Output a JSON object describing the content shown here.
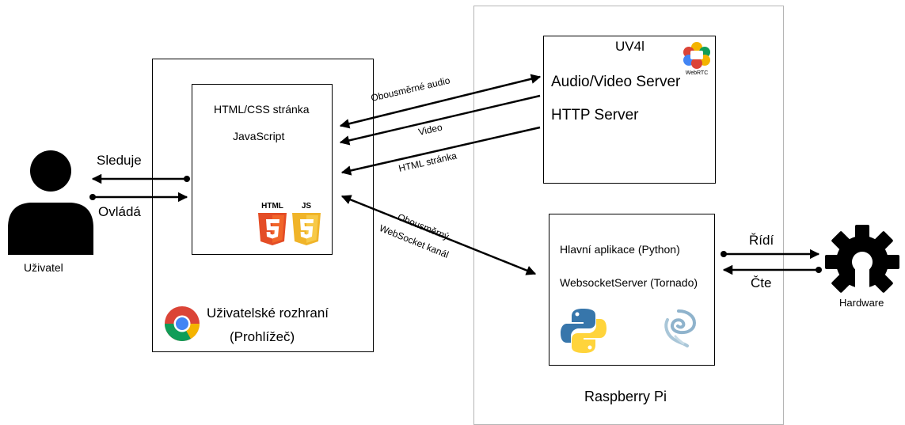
{
  "user": {
    "label": "Uživatel"
  },
  "hardware": {
    "label": "Hardware"
  },
  "user_actions": {
    "watches": "Sleduje",
    "controls": "Ovládá"
  },
  "hardware_actions": {
    "controls": "Řídí",
    "reads": "Čte"
  },
  "browser": {
    "title_line1": "Uživatelské rozhraní",
    "title_line2": "(Prohlížeč)",
    "page": {
      "line1": "HTML/CSS stránka",
      "line2": "JavaScript",
      "html_badge": "HTML",
      "js_badge": "JS"
    }
  },
  "raspberry": {
    "label": "Raspberry Pi",
    "uv4l": {
      "title": "UV4l",
      "line1": "Audio/Video Server",
      "line2": "HTTP Server",
      "webrtc_badge": "WebRTC"
    },
    "app": {
      "line1": "Hlavní aplikace (Python)",
      "line2": "WebsocketServer (Tornado)"
    }
  },
  "connections": {
    "audio": "Obousměrné audio",
    "video": "Video",
    "html_page": "HTML stránka",
    "websocket_line1": "Obousměrný",
    "websocket_line2": "WebSocket kanál"
  },
  "colors": {
    "html5_orange": "#e44d26",
    "js_yellow": "#f0b429",
    "chrome_red": "#db4437",
    "chrome_green": "#0f9d58",
    "chrome_yellow": "#f4b400",
    "chrome_blue": "#4285f4",
    "python_blue": "#3776ab",
    "python_yellow": "#ffd43b",
    "rpi_border": "#b5b5b5"
  }
}
